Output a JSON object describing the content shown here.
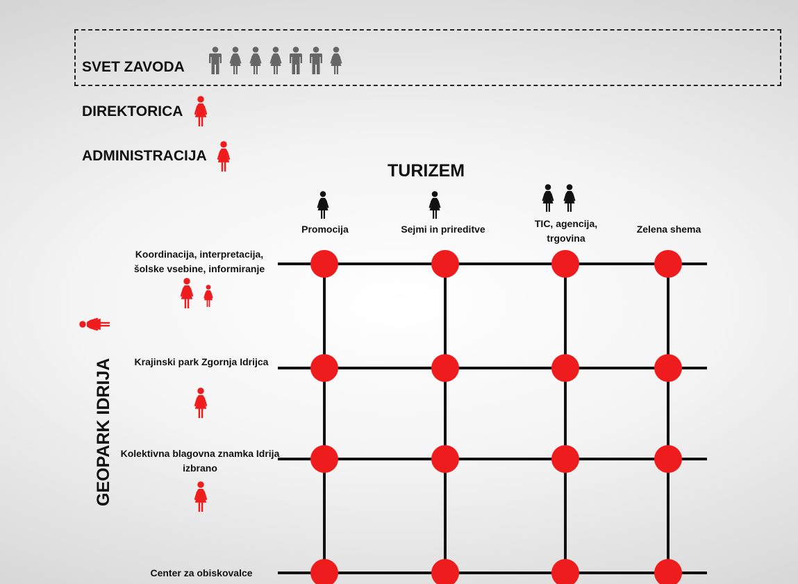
{
  "board": {
    "label": "SVET ZAVODA",
    "members": [
      "man",
      "woman",
      "woman",
      "woman",
      "man",
      "man",
      "woman"
    ]
  },
  "director": {
    "label": "DIREKTORICA"
  },
  "admin": {
    "label": "ADMINISTRACIJA"
  },
  "tourism": {
    "title": "TURIZEM"
  },
  "geopark": {
    "label": "GEOPARK IDRIJA"
  },
  "columns": [
    {
      "label": "Promocija",
      "staff": 1
    },
    {
      "label": "Sejmi in prireditve",
      "staff": 1
    },
    {
      "label": "TIC, agencija, trgovina",
      "staff": 2
    },
    {
      "label": "Zelena shema",
      "staff": 0
    }
  ],
  "rows": [
    {
      "label": "Koordinacija, interpretacija, šolske vsebine, informiranje",
      "staff": 2
    },
    {
      "label": "Krajinski park Zgornja Idrijca",
      "staff": 1
    },
    {
      "label": "Kolektivna blagovna znamka Idrija izbrano",
      "staff": 1
    },
    {
      "label": "Center za obiskovalce",
      "staff": 0
    }
  ],
  "colors": {
    "accent": "#ee1c1c",
    "board_icons": "#666666",
    "dark_icons": "#111111",
    "lines": "#111111"
  }
}
